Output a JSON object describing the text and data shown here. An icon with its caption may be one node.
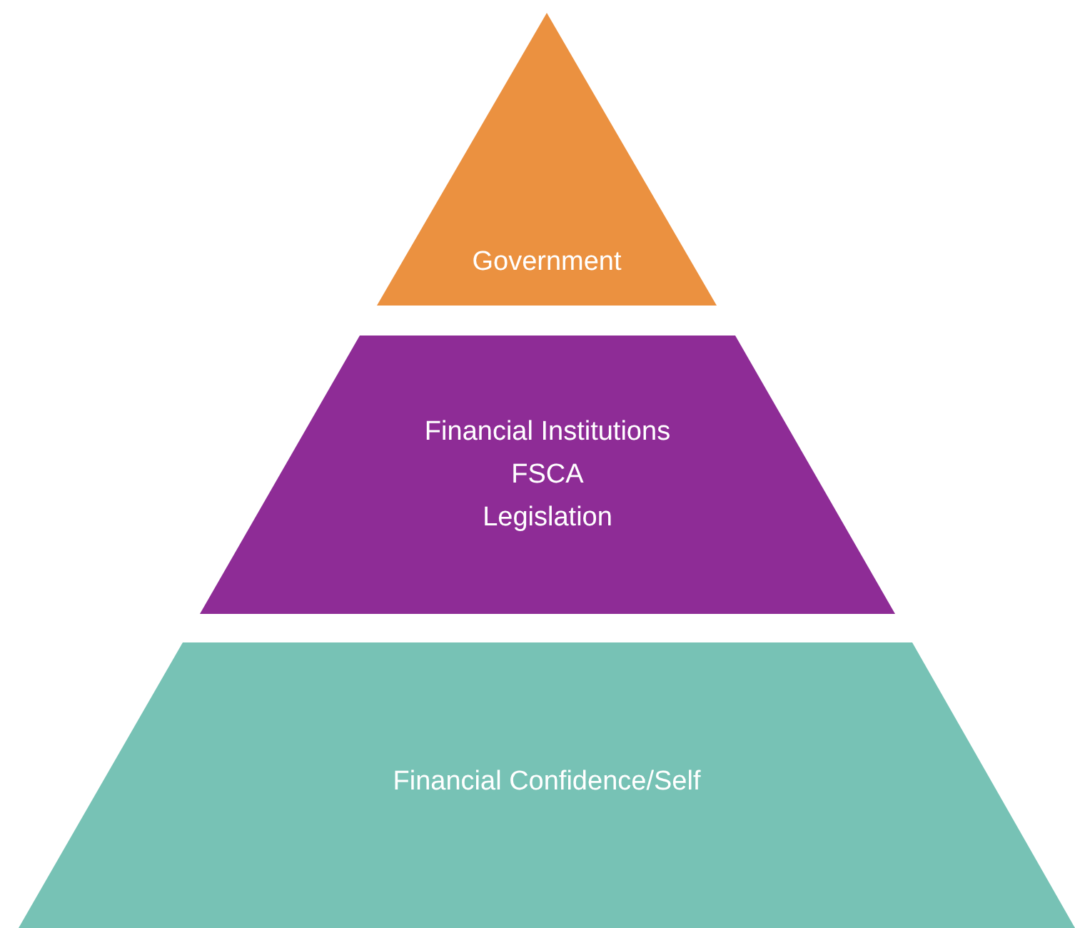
{
  "diagram": {
    "nodes": [
      {
        "text": [
          "Government"
        ]
      },
      {
        "text": [
          "Financial Institutions",
          "FSCA",
          "Legislation"
        ]
      },
      {
        "text": [
          "Financial Confidence/Self"
        ]
      }
    ]
  }
}
